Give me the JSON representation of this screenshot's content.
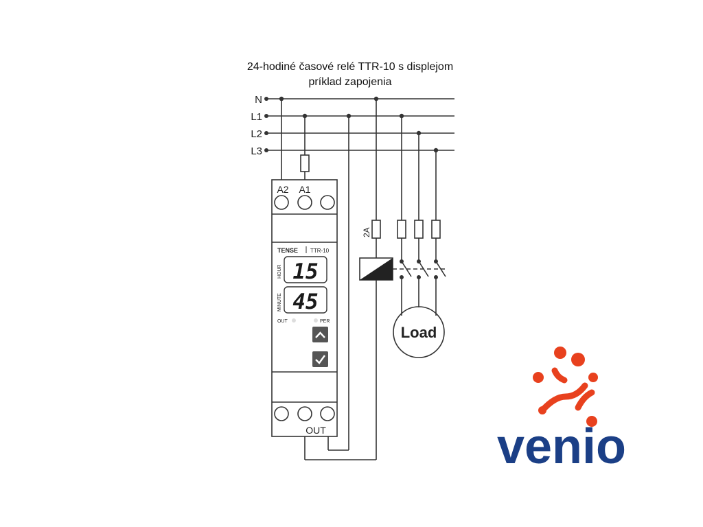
{
  "title": {
    "line1": "24-hodiné časové relé TTR-10 s displejom",
    "line2": "príklad zapojenia"
  },
  "bus_labels": [
    "N",
    "L1",
    "L2",
    "L3"
  ],
  "relay": {
    "brand": "TENSE",
    "model": "TTR-10",
    "terminal_top": [
      "A2",
      "A1"
    ],
    "terminal_bottom": "OUT",
    "hour_label": "HOUR",
    "minute_label": "MINUTE",
    "hour_value": "15",
    "minute_value": "45",
    "out_label": "OUT",
    "per_label": "PER"
  },
  "fuse_rating": "2A",
  "load_label": "Load",
  "logo": {
    "text": "venio",
    "colors": {
      "text": "#1b3f86",
      "mark": "#e8411e"
    }
  },
  "colors": {
    "line": "#333333",
    "display": "#1a1a1a"
  }
}
